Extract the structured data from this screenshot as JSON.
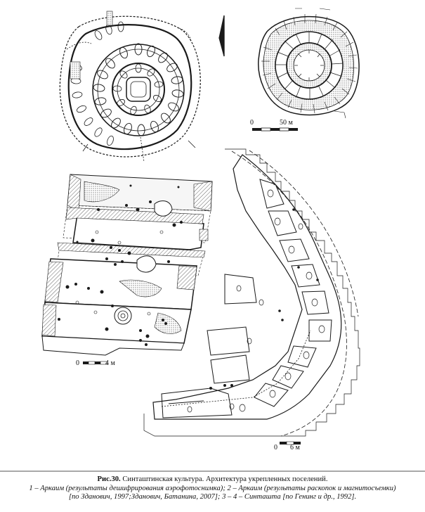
{
  "scales": {
    "arkaim_zero": "0",
    "arkaim_len": "50 м",
    "house_zero": "0",
    "house_len": "4 м",
    "sintashta_zero": "0",
    "sintashta_len": "6 м"
  },
  "caption": {
    "fig_num": "Рис.30.",
    "fig_title": "Синташтинская культура. Архитектура укрепленных поселений.",
    "line2": "1 – Аркаим (результаты дешифрирования аэрофотоснимка); 2 – Аркаим (результаты раскопок и магнитосъемки)",
    "line3": "[по Зданович, 1997;Зданович, Батанина, 2007]; 3 – 4 – Синташта [по Генинг и др., 1992]."
  },
  "colors": {
    "ink": "#1a1a1a",
    "hatch": "#9a9a9a"
  },
  "icons": [
    "north-arrow-icon"
  ]
}
